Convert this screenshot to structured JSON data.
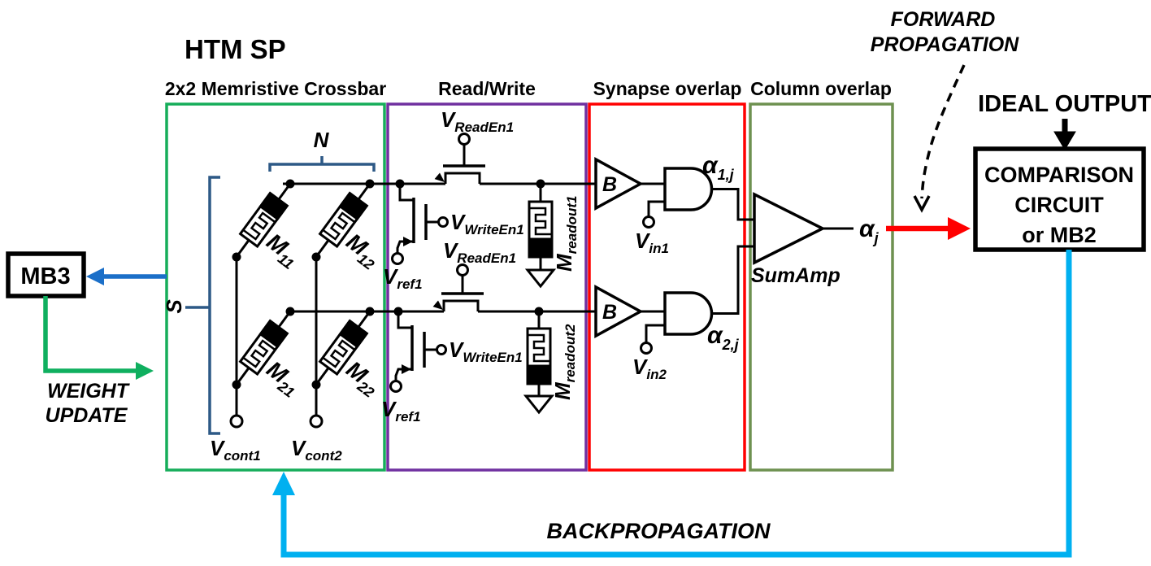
{
  "title": "HTM SP",
  "colors": {
    "crossbar_green": "#16AD5A",
    "readwrite_purple": "#7030A0",
    "synapse_red": "#FF0000",
    "column_olive": "#6E9150",
    "navy": "#2D5986",
    "blue_arrow": "#1B6FC8",
    "green_arrow": "#0FAF5F",
    "cyan": "#00B0F0",
    "red_arrow": "#FF0000"
  },
  "sections": {
    "crossbar": {
      "label": "2x2 Memristive Crossbar"
    },
    "readwrite": {
      "label": "Read/Write"
    },
    "synapse": {
      "label": "Synapse overlap"
    },
    "column": {
      "label": "Column overlap"
    }
  },
  "crossbar": {
    "n": "N",
    "s": "S",
    "m11": {
      "main": "M",
      "sub": "11"
    },
    "m12": {
      "main": "M",
      "sub": "12"
    },
    "m21": {
      "main": "M",
      "sub": "21"
    },
    "m22": {
      "main": "M",
      "sub": "22"
    },
    "vcont1": {
      "main": "V",
      "sub": "cont1"
    },
    "vcont2": {
      "main": "V",
      "sub": "cont2"
    }
  },
  "readwrite": {
    "vreaden1": {
      "main": "V",
      "sub": "ReadEn1"
    },
    "vwriteen1": {
      "main": "V",
      "sub": "WriteEn1"
    },
    "vref1": {
      "main": "V",
      "sub": "ref1"
    },
    "mreadout1": {
      "main": "M",
      "sub": "readout1"
    },
    "mreadout2": {
      "main": "M",
      "sub": "readout2"
    }
  },
  "synapse": {
    "buffer": "B",
    "alpha1": {
      "main": "α",
      "sub": "1,j"
    },
    "alpha2": {
      "main": "α",
      "sub": "2,j"
    },
    "vin1": {
      "main": "V",
      "sub": "in1"
    },
    "vin2": {
      "main": "V",
      "sub": "in2"
    }
  },
  "column": {
    "sumamp": "SumAmp"
  },
  "output": {
    "alpha_j": {
      "main": "α",
      "sub": "j"
    }
  },
  "blocks": {
    "mb3": "MB3",
    "ideal_output": "IDEAL OUTPUT",
    "comparison": {
      "line1": "COMPARISON",
      "line2": "CIRCUIT",
      "line3": "or MB2"
    }
  },
  "flows": {
    "forward1": "FORWARD",
    "forward2": "PROPAGATION",
    "backprop": "BACKPROPAGATION",
    "weight1": "WEIGHT",
    "weight2": "UPDATE"
  }
}
